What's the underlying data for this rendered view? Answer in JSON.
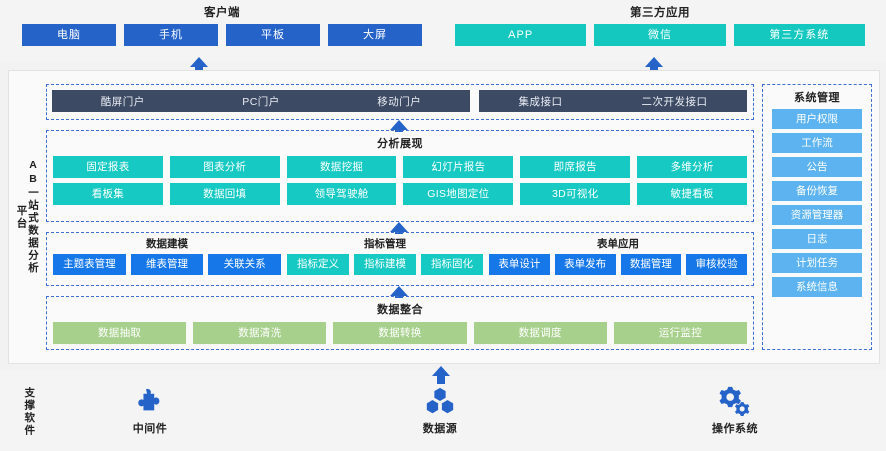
{
  "top": {
    "client": {
      "title": "客户端",
      "items": [
        "电脑",
        "手机",
        "平板",
        "大屏"
      ]
    },
    "third_party": {
      "title": "第三方应用",
      "items": [
        "APP",
        "微信",
        "第三方系统"
      ]
    }
  },
  "platform": {
    "side_label_main": "AB一站式数据分析",
    "side_label_sub": "平台",
    "portal": {
      "items": [
        "酷屏门户",
        "PC门户",
        "移动门户"
      ]
    },
    "interfaces": {
      "items": [
        "集成接口",
        "二次开发接口"
      ]
    },
    "analysis": {
      "title": "分析展现",
      "row1": [
        "固定报表",
        "图表分析",
        "数据挖掘",
        "幻灯片报告",
        "即席报告",
        "多维分析"
      ],
      "row2": [
        "看板集",
        "数据回填",
        "领导驾驶舱",
        "GIS地图定位",
        "3D可视化",
        "敏捷看板"
      ]
    },
    "modeling": {
      "title": "数据建模",
      "items": [
        "主题表管理",
        "维表管理",
        "关联关系"
      ]
    },
    "indicator": {
      "title": "指标管理",
      "items": [
        "指标定义",
        "指标建模",
        "指标固化"
      ]
    },
    "form_app": {
      "title": "表单应用",
      "items": [
        "表单设计",
        "表单发布",
        "数据管理",
        "审核校验"
      ]
    },
    "integration": {
      "title": "数据整合",
      "items": [
        "数据抽取",
        "数据清洗",
        "数据转换",
        "数据调度",
        "运行监控"
      ]
    },
    "system_mgmt": {
      "title": "系统管理",
      "items": [
        "用户权限",
        "工作流",
        "公告",
        "备份恢复",
        "资源管理器",
        "日志",
        "计划任务",
        "系统信息"
      ]
    }
  },
  "bottom": {
    "label": "支撑软件",
    "items": [
      {
        "name": "中间件",
        "icon": "puzzle-piece-icon"
      },
      {
        "name": "数据源",
        "icon": "database-nodes-icon"
      },
      {
        "name": "操作系统",
        "icon": "gears-icon"
      }
    ]
  },
  "colors": {
    "blue": "#2563c9",
    "teal": "#14c8c0",
    "navy": "#3d4a63",
    "green": "#a8d08d",
    "light_blue": "#5cb3f0",
    "bright_blue": "#1677e8",
    "dashed_border": "#3f6fd1"
  }
}
